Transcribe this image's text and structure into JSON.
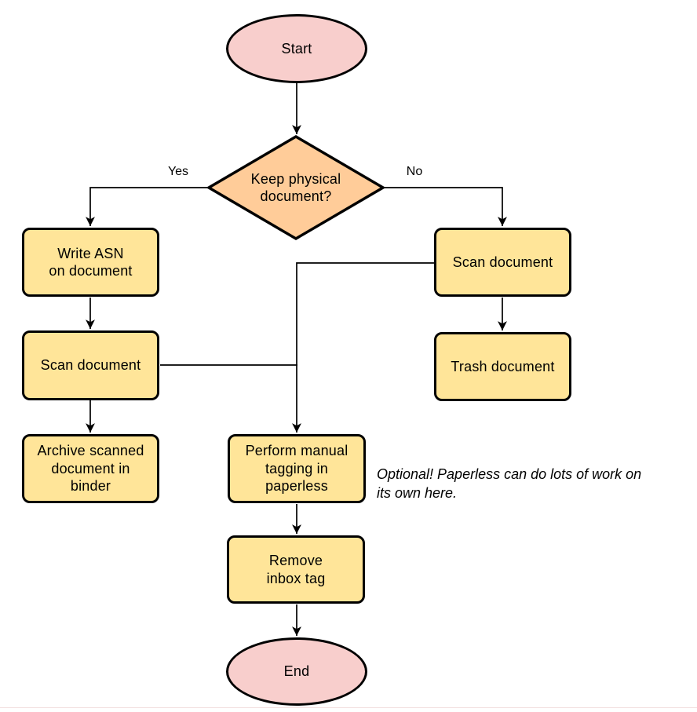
{
  "palette": {
    "terminal_fill": "#f8cecc",
    "decision_fill": "#ffcc99",
    "process_fill": "#ffe599",
    "stroke_color": "#000000",
    "text_color": "#000000"
  },
  "nodes": {
    "start": {
      "label": "Start",
      "type": "terminal"
    },
    "decision": {
      "label": "Keep physical\ndocument?",
      "type": "decision"
    },
    "write_asn": {
      "label": "Write ASN\non document",
      "type": "process"
    },
    "scan_left": {
      "label": "Scan document",
      "type": "process"
    },
    "archive": {
      "label": "Archive scanned\ndocument in\nbinder",
      "type": "process"
    },
    "scan_right": {
      "label": "Scan document",
      "type": "process"
    },
    "trash": {
      "label": "Trash document",
      "type": "process"
    },
    "tagging": {
      "label": "Perform manual\ntagging in\npaperless",
      "type": "process"
    },
    "remove_inbox": {
      "label": "Remove\ninbox tag",
      "type": "process"
    },
    "end": {
      "label": "End",
      "type": "terminal"
    }
  },
  "edge_labels": {
    "yes": "Yes",
    "no": "No"
  },
  "annotation": {
    "text": "Optional! Paperless can do lots of work on\nits own here."
  }
}
